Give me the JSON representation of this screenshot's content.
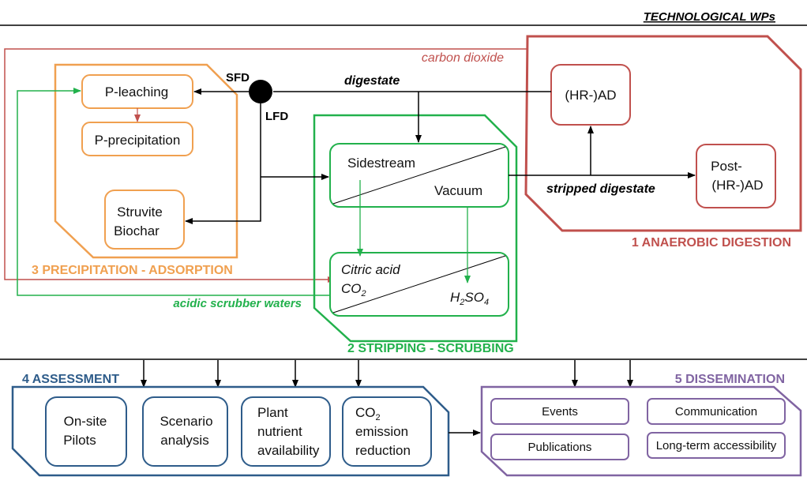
{
  "header": {
    "title": "TECHNOLOGICAL WPs"
  },
  "colors": {
    "anaerobic": "#c0504d",
    "stripping": "#22b14c",
    "precipitation": "#f0a050",
    "assessment": "#2e5c8a",
    "dissemination": "#8064a2",
    "black": "#000000"
  },
  "flows": {
    "carbon_dioxide": "carbon dioxide",
    "digestate": "digestate",
    "stripped_digestate": "stripped digestate",
    "acidic_scrubber_waters": "acidic scrubber waters",
    "sfd": "SFD",
    "lfd": "LFD"
  },
  "wp1": {
    "label": "1 ANAEROBIC DIGESTION",
    "hr_ad": "(HR-)AD",
    "post_line1": "Post-",
    "post_line2": "(HR-)AD"
  },
  "wp2": {
    "label": "2 STRIPPING - SCRUBBING",
    "sidestream": "Sidestream",
    "vacuum": "Vacuum",
    "citric_acid": "Citric acid",
    "co2_base": "CO",
    "co2_sub": "2",
    "h2so4_h": "H",
    "h2so4_sub1": "2",
    "h2so4_so": "SO",
    "h2so4_sub2": "4"
  },
  "wp3": {
    "label": "3 PRECIPITATION - ADSORPTION",
    "p_leaching": "P-leaching",
    "p_precipitation": "P-precipitation",
    "struvite": "Struvite",
    "biochar": "Biochar"
  },
  "wp4": {
    "label": "4 ASSESSMENT",
    "pilots_line1": "On-site",
    "pilots_line2": "Pilots",
    "scenario_line1": "Scenario",
    "scenario_line2": "analysis",
    "plant_line1": "Plant",
    "plant_line2": "nutrient",
    "plant_line3": "availability",
    "co2e_base": "CO",
    "co2e_sub": "2",
    "co2e_line2": "emission",
    "co2e_line3": "reduction"
  },
  "wp5": {
    "label": "5 DISSEMINATION",
    "events": "Events",
    "communication": "Communication",
    "publications": "Publications",
    "long_term": "Long-term accessibility"
  }
}
